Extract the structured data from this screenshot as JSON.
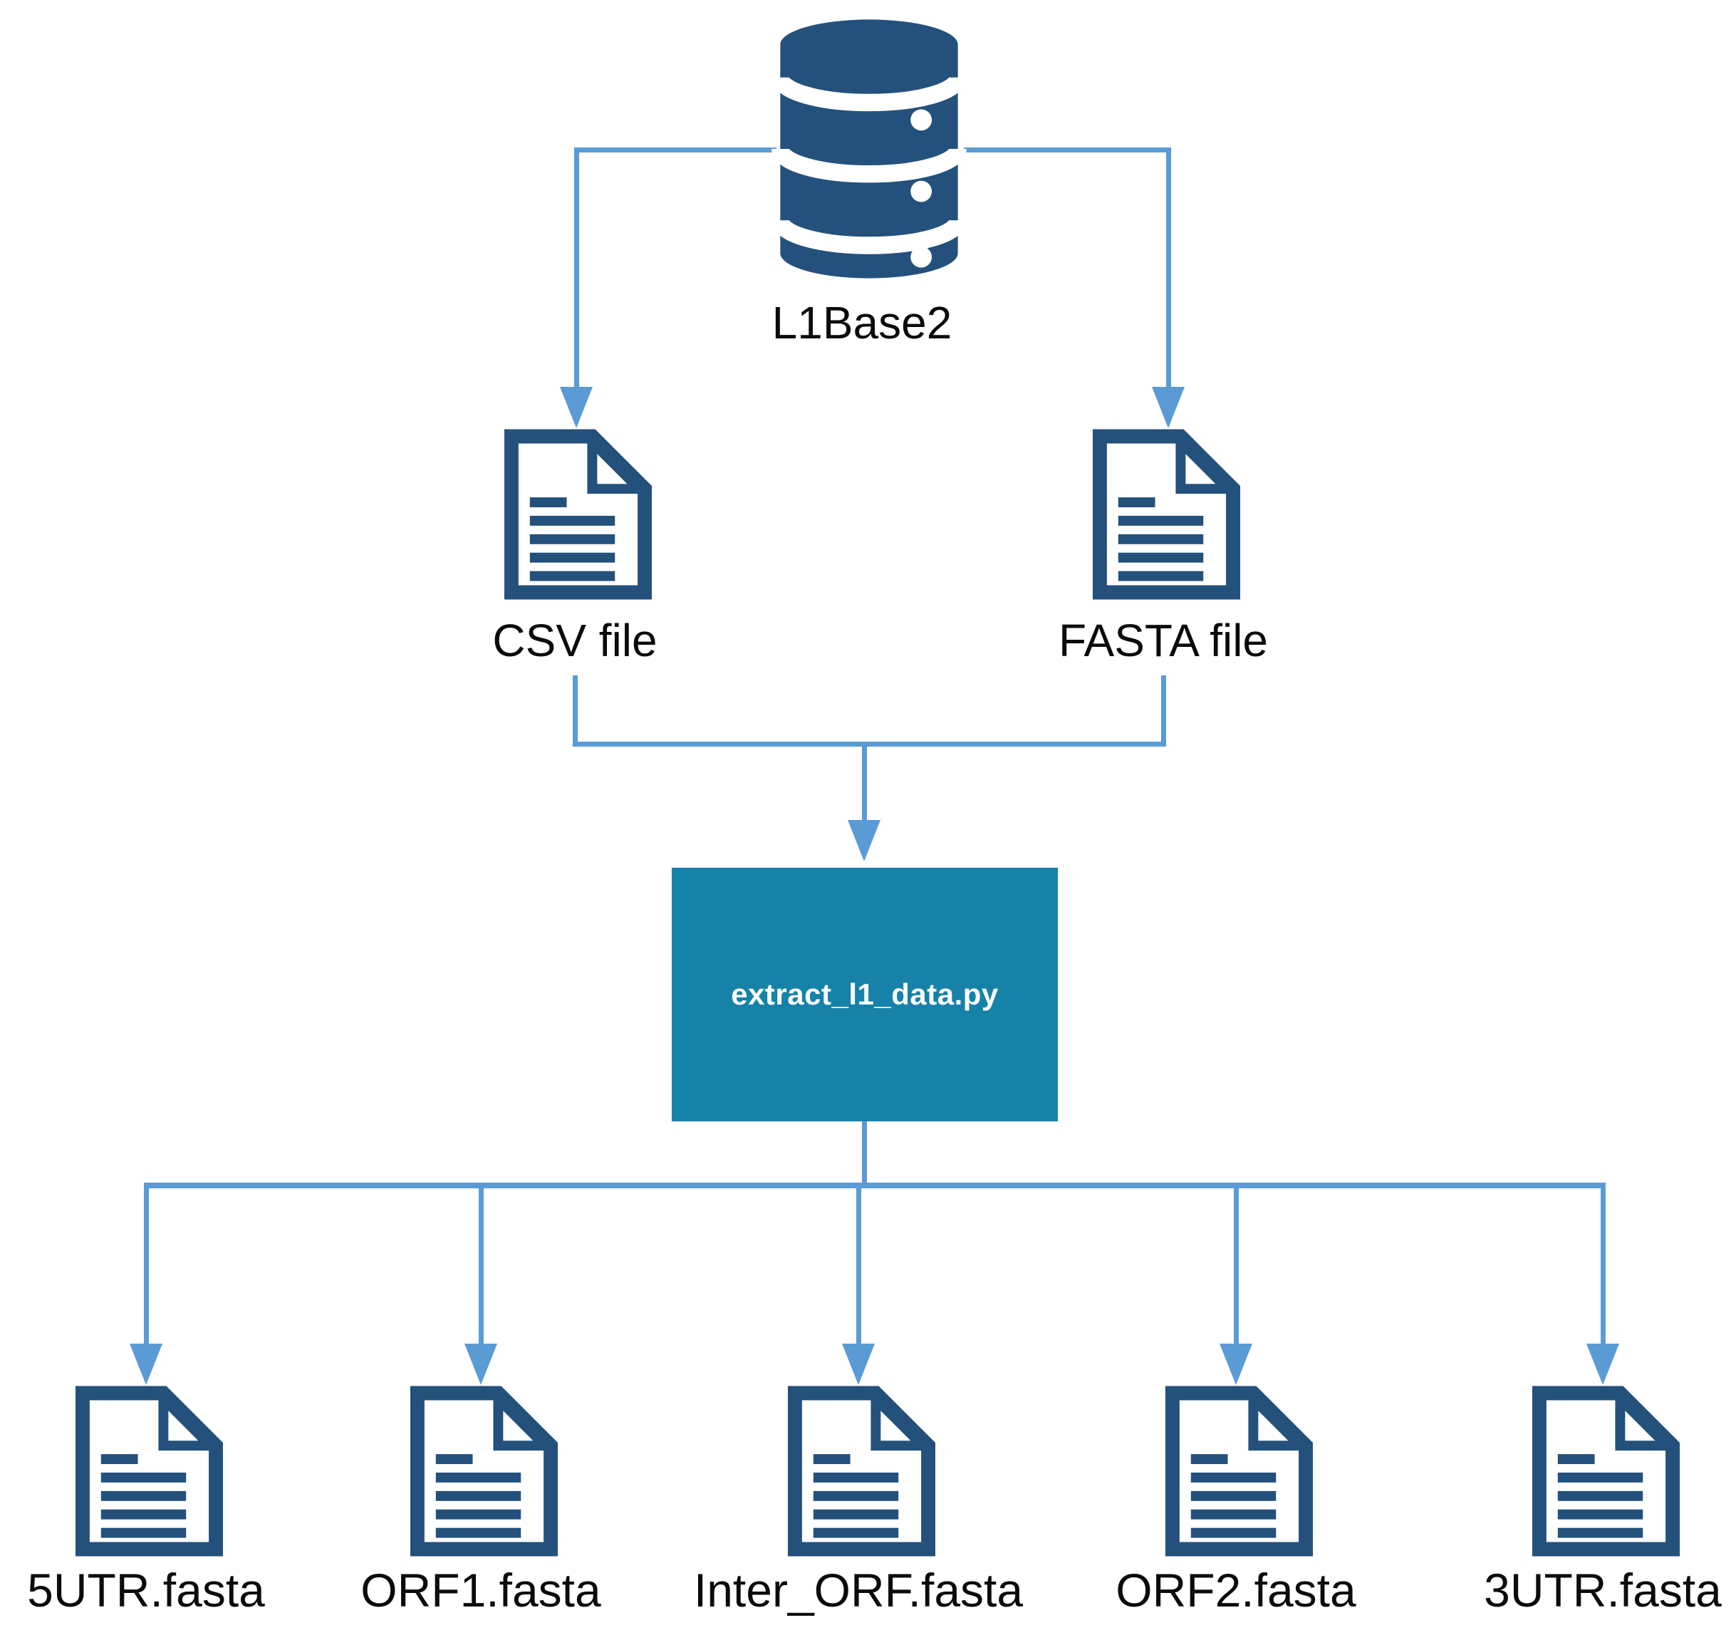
{
  "colors": {
    "icon_blue": "#24517C",
    "connector_blue": "#5B9BD5",
    "box_teal": "#1682A8",
    "box_text": "#FFFFFF",
    "label_text": "#0B0B0B",
    "background": "#FFFFFF"
  },
  "database": {
    "label": "L1Base2",
    "icon": "database-icon"
  },
  "inputs": [
    {
      "label": "CSV file",
      "icon": "document-icon"
    },
    {
      "label": "FASTA file",
      "icon": "document-icon"
    }
  ],
  "script": {
    "label": "extract_l1_data.py"
  },
  "outputs": [
    {
      "label": "5UTR.fasta",
      "icon": "document-icon"
    },
    {
      "label": "ORF1.fasta",
      "icon": "document-icon"
    },
    {
      "label": "Inter_ORF.fasta",
      "icon": "document-icon"
    },
    {
      "label": "ORF2.fasta",
      "icon": "document-icon"
    },
    {
      "label": "3UTR.fasta",
      "icon": "document-icon"
    }
  ]
}
